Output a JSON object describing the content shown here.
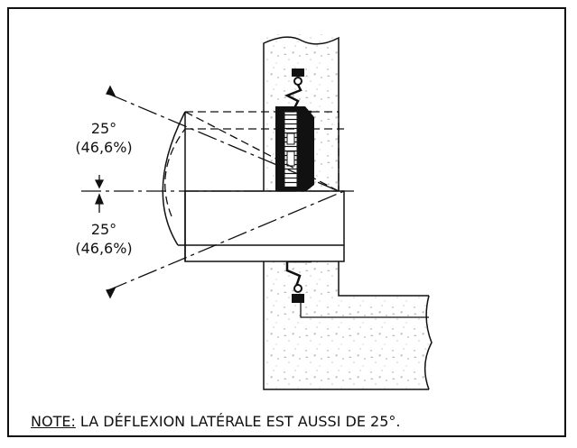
{
  "diagram": {
    "angles": [
      {
        "degree": "25°",
        "percent": "(46,6%)"
      },
      {
        "degree": "25°",
        "percent": "(46,6%)"
      }
    ],
    "note": {
      "prefix": "NOTE:",
      "text": " LA DÉFLEXION LATÉRALE EST AUSSI DE 25°."
    }
  }
}
